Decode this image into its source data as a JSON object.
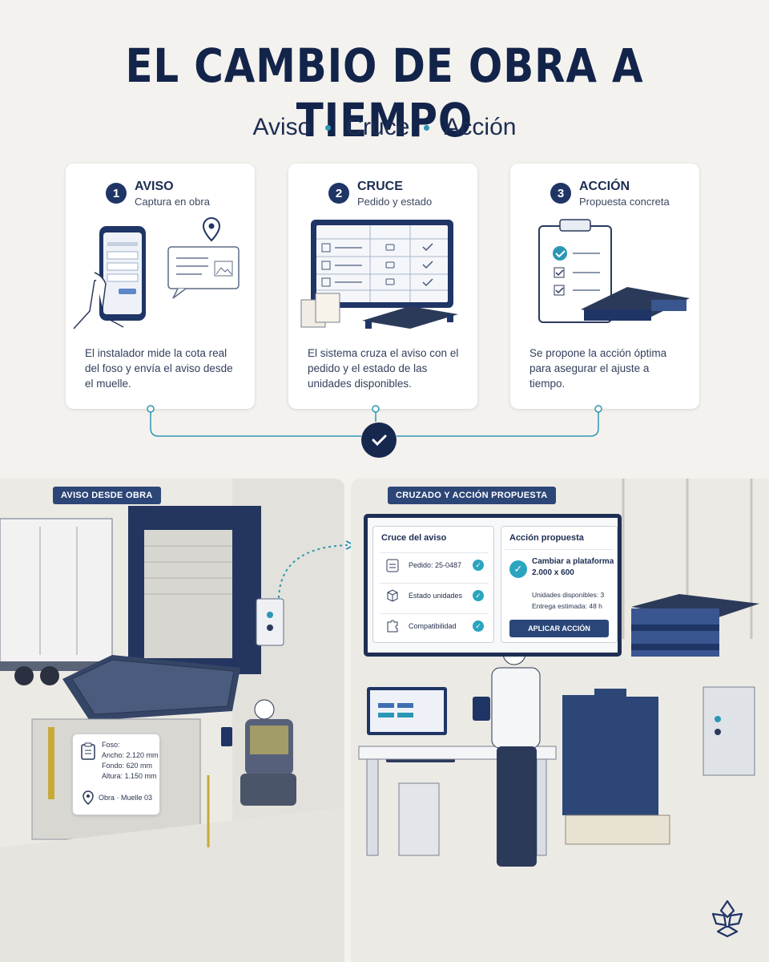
{
  "header": {
    "title": "EL CAMBIO DE OBRA A TIEMPO",
    "subtitle_items": [
      "Aviso",
      "Cruce",
      "Acción"
    ]
  },
  "steps": [
    {
      "number": "1",
      "title": "AVISO",
      "subtitle": "Captura en obra",
      "description": "El instalador mide la cota real del foso y envía el aviso desde el muelle.",
      "icon": "phone-with-location-icon"
    },
    {
      "number": "2",
      "title": "CRUCE",
      "subtitle": "Pedido y estado",
      "description": "El sistema cruza el aviso con el pedido y el estado de las unidades disponibles.",
      "icon": "monitor-table-icon"
    },
    {
      "number": "3",
      "title": "ACCIÓN",
      "subtitle": "Propuesta concreta",
      "description": "Se propone la acción óptima para asegurar el ajuste a tiempo.",
      "icon": "clipboard-checklist-icon"
    }
  ],
  "left_panel": {
    "tag": "AVISO DESDE OBRA",
    "note": {
      "heading": "Foso:",
      "ancho": "Ancho: 2.120 mm",
      "fondo": "Fondo: 620 mm",
      "altura": "Altura: 1.150 mm",
      "location": "Obra · Muelle 03"
    }
  },
  "right_panel": {
    "tag": "CRUZADO Y ACCIÓN PROPUESTA",
    "cross_box": {
      "title": "Cruce del aviso",
      "rows": [
        "Pedido: 25-0487",
        "Estado unidades",
        "Compatibilidad"
      ]
    },
    "action_box": {
      "title": "Acción propuesta",
      "proposal_line1": "Cambiar a plataforma",
      "proposal_line2": "2.000 x 600",
      "units": "Unidades disponibles: 3",
      "delivery": "Entrega estimada: 48 h",
      "button": "APLICAR ACCIÓN"
    }
  },
  "colors": {
    "navy": "#13244a",
    "accent_teal": "#2b97b5",
    "background": "#f4f2ee"
  }
}
